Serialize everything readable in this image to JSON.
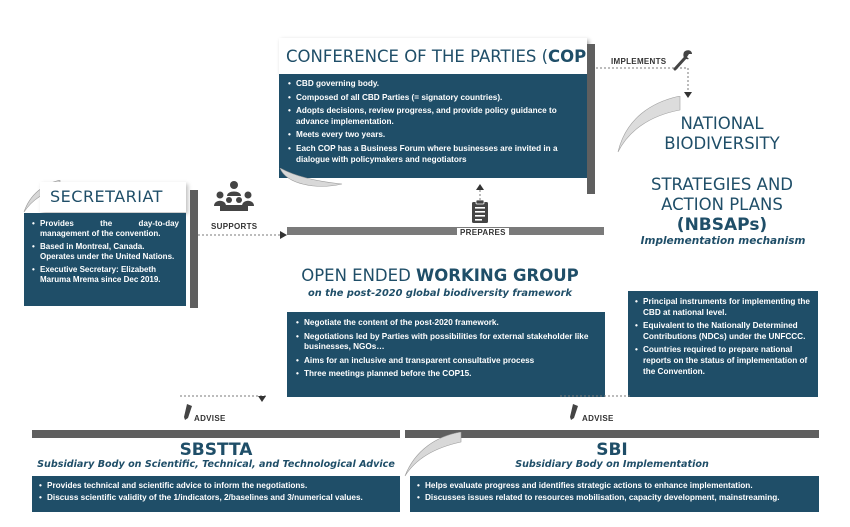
{
  "cop": {
    "title_prefix": "CONFERENCE OF THE PARTIES (",
    "title_bold": "COP",
    "title_suffix": ")",
    "bullets": [
      "CBD governing body.",
      "Composed of all CBD Parties (= signatory countries).",
      "Adopts decisions, review progress, and provide policy guidance to advance implementation.",
      "Meets every two years.",
      "Each COP has a Business Forum where businesses are invited in a dialogue with policymakers and negotiators"
    ]
  },
  "implements_label": "IMPLEMENTS",
  "nbsap": {
    "line1": "NATIONAL",
    "line2": "BIODIVERSITY",
    "line3": "STRATEGIES AND",
    "line4": "ACTION PLANS",
    "line5": "(NBSAPs)",
    "subtitle": "Implementation mechanism",
    "bullets": [
      "Principal instruments for implementing the CBD at national level.",
      "Equivalent to the Nationally Determined Contributions (NDCs) under the UNFCCC.",
      "Countries required to prepare national reports on the status of implementation of the Convention."
    ]
  },
  "secretariat": {
    "title": "SECRETARIAT",
    "bullets": [
      "Provides the day-to-day management of the convention.",
      "Based in Montreal, Canada. Operates under the United Nations.",
      "Executive Secretary: Elizabeth Maruma Mrema since Dec 2019."
    ]
  },
  "supports_label": "SUPPORTS",
  "prepares_label": "PREPARES",
  "oewg": {
    "title_prefix": "OPEN ENDED ",
    "title_bold": "WORKING GROUP",
    "subtitle": "on the post-2020 global biodiversity framework",
    "bullets": [
      "Negotiate the content of the post-2020 framework.",
      "Negotiations led by Parties with possibilities for external stakeholder like businesses, NGOs…",
      "Aims for an inclusive and transparent consultative process",
      "Three meetings planned before the COP15."
    ]
  },
  "advise_left": "ADVISE",
  "advise_right": "ADVISE",
  "sbstta": {
    "title": "SBSTTA",
    "subtitle": "Subsidiary Body on Scientific, Technical, and Technological Advice",
    "bullets": [
      "Provides technical and scientific advice to inform the negotiations.",
      "Discuss scientific validity of the 1/indicators, 2/baselines and 3/numerical values."
    ]
  },
  "sbi": {
    "title": "SBI",
    "subtitle": "Subsidiary Body on Implementation",
    "bullets": [
      "Helps evaluate progress and identifies strategic actions to enhance implementation.",
      "Discusses issues related to resources mobilisation, capacity development, mainstreaming."
    ]
  },
  "colors": {
    "navy": "#1f4e68",
    "bar": "#5f5f5f"
  },
  "icons": [
    "wrench-icon",
    "people-meeting-icon",
    "clipboard-icon",
    "pencil-icon"
  ]
}
